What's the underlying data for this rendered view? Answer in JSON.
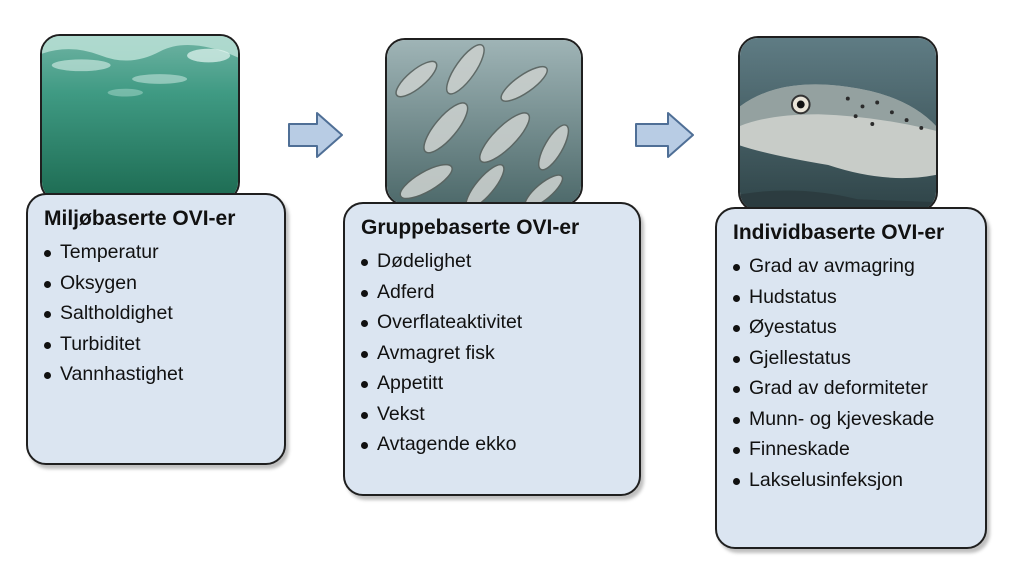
{
  "stages": [
    {
      "title": "Miljøbaserte OVI-er",
      "items": [
        "Temperatur",
        "Oksygen",
        "Saltholdighet",
        "Turbiditet",
        "Vannhastighet"
      ]
    },
    {
      "title": "Gruppebaserte OVI-er",
      "items": [
        "Dødelighet",
        "Adferd",
        "Overflateaktivitet",
        "Avmagret fisk",
        "Appetitt",
        "Vekst",
        "Avtagende ekko"
      ]
    },
    {
      "title": "Individbaserte OVI-er",
      "items": [
        "Grad av avmagring",
        "Hudstatus",
        "Øyestatus",
        "Gjellestatus",
        "Grad av deformiteter",
        "Munn- og kjeveskade",
        "Finneskade",
        "Lakselusinfeksjon"
      ]
    }
  ],
  "colors": {
    "card_fill": "#dbe5f1",
    "card_border": "#1f1f1f",
    "arrow_fill": "#b8cce4",
    "arrow_stroke": "#4f6f96"
  }
}
